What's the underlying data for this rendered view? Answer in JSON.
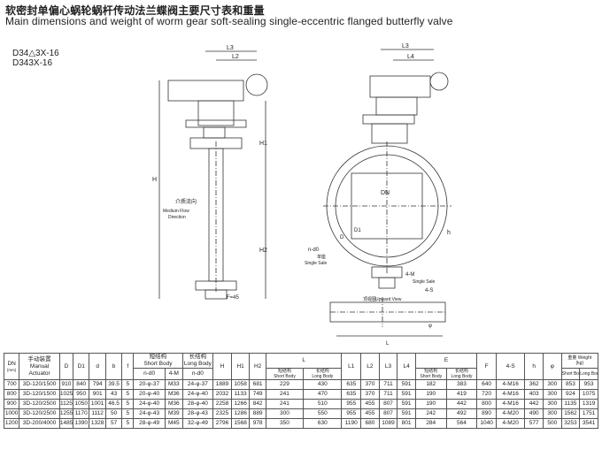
{
  "title_cn": "软密封单偏心蜗轮蜗杆传动法兰蝶阀主要尺寸表和重量",
  "title_en": "Main dimensions and weight of worm gear soft-sealing single-eccentric  flanged butterfly valve",
  "models": [
    "D34△3X-16",
    "D343X-16"
  ],
  "drawing": {
    "labels_left": {
      "L3": "L3",
      "L2": "L2",
      "H1": "H1",
      "H": "H",
      "H2": "H2",
      "F": "F=45",
      "medium_cn": "介质流向",
      "medium_en1": "Medium Flow",
      "medium_en2": "Direction"
    },
    "labels_right": {
      "L3": "L3",
      "L4": "L4",
      "DN": "DN",
      "D": "D",
      "D1": "D1",
      "h": "h",
      "nd0": "n-d0",
      "single_cn": "单座",
      "single_en": "Single Sale",
      "fourM": "4-M",
      "single2": "Single Sale",
      "foursi": "4-S",
      "upward_cn": "顶视图",
      "upward_en": "Upward View",
      "phi": "φ",
      "L": "L"
    }
  },
  "table": {
    "headers": {
      "dn": "DN",
      "dn_unit": "(mm)",
      "actuator_cn": "手动装置",
      "actuator_en1": "Manual",
      "actuator_en2": "Actuator",
      "D": "D",
      "D1": "D1",
      "d": "d",
      "b": "b",
      "f": "f",
      "short_cn": "短结构",
      "short_en": "Short Body",
      "long_cn": "长结构",
      "long_en": "Long Body",
      "nd0": "n-d0",
      "fourM": "4-M",
      "nd0_long": "n-d0",
      "H": "H",
      "H1": "H1",
      "H2": "H2",
      "L": "L",
      "L_short_cn": "短结构",
      "L_short_en": "Short Body",
      "L_long_cn": "长结构",
      "L_long_en": "Long Body",
      "L1": "L1",
      "L2": "L2",
      "L3": "L3",
      "L4": "L4",
      "E": "E",
      "E_short_cn": "短结构",
      "E_short_en": "Short Body",
      "E_long_cn": "长结构",
      "E_long_en": "Long Body",
      "F": "F",
      "fourS": "4-S",
      "h": "h",
      "phi": "φ",
      "weight_cn": "重量",
      "weight_en": "Weight",
      "weight_unit": "(kg)",
      "w_short": "Short Body",
      "w_long": "Long Body"
    },
    "rows": [
      [
        "700",
        "3D-120/1500",
        "910",
        "840",
        "794",
        "39.5",
        "5",
        "20-φ-37",
        "M33",
        "24-φ-37",
        "1889",
        "1058",
        "681",
        "229",
        "430",
        "635",
        "370",
        "711",
        "591",
        "182",
        "383",
        "640",
        "4-M16",
        "362",
        "300",
        "853",
        "953"
      ],
      [
        "800",
        "3D-120/1500",
        "1025",
        "950",
        "901",
        "43",
        "5",
        "20-φ-40",
        "M36",
        "24-φ-40",
        "2032",
        "1133",
        "749",
        "241",
        "470",
        "635",
        "370",
        "711",
        "591",
        "190",
        "419",
        "720",
        "4-M16",
        "403",
        "300",
        "924",
        "1075"
      ],
      [
        "900",
        "3D-120/2500",
        "1125",
        "1050",
        "1001",
        "46.5",
        "5",
        "24-φ-40",
        "M36",
        "28-φ-40",
        "2258",
        "1266",
        "842",
        "241",
        "510",
        "955",
        "455",
        "807",
        "591",
        "190",
        "442",
        "800",
        "4-M16",
        "442",
        "300",
        "1135",
        "1319"
      ],
      [
        "1000",
        "3D-120/2500",
        "1255",
        "1170",
        "1112",
        "50",
        "5",
        "24-φ-43",
        "M39",
        "28-φ-43",
        "2325",
        "1286",
        "889",
        "300",
        "550",
        "955",
        "455",
        "807",
        "591",
        "242",
        "492",
        "890",
        "4-M20",
        "490",
        "300",
        "1562",
        "1751"
      ],
      [
        "1200",
        "3D-200/4000",
        "1485",
        "1390",
        "1328",
        "57",
        "5",
        "28-φ-49",
        "M45",
        "32-φ-49",
        "2796",
        "1568",
        "978",
        "350",
        "630",
        "1190",
        "680",
        "1089",
        "801",
        "284",
        "564",
        "1040",
        "4-M20",
        "577",
        "500",
        "3253",
        "3541"
      ]
    ]
  }
}
